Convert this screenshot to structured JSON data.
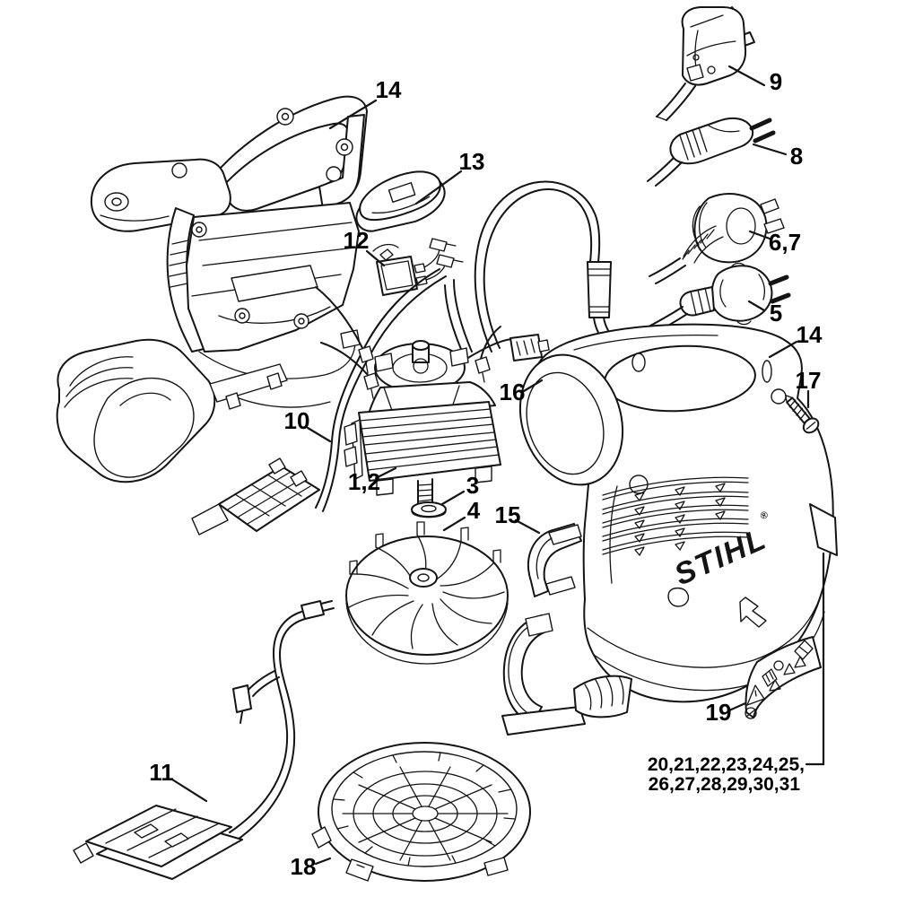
{
  "diagram": {
    "kind": "exploded-parts-diagram",
    "brand": "STIHL",
    "brand_reg": "®",
    "background_color": "#ffffff",
    "line_color": "#141414",
    "callouts": [
      {
        "part": "handle-housing-left",
        "label": "14"
      },
      {
        "part": "switch-lever",
        "label": "13"
      },
      {
        "part": "micro-switch",
        "label": "12"
      },
      {
        "part": "plug-uk",
        "label": "9"
      },
      {
        "part": "plug-flat-two-pin",
        "label": "8"
      },
      {
        "part": "plug-round-threaded",
        "label": "6,7"
      },
      {
        "part": "plug-schuko",
        "label": "5"
      },
      {
        "part": "wire-clip",
        "label": "16"
      },
      {
        "part": "wiring-loom",
        "label": "10"
      },
      {
        "part": "electric-motor",
        "label": "1,2"
      },
      {
        "part": "washer",
        "label": "3"
      },
      {
        "part": "fan-wheel",
        "label": "4"
      },
      {
        "part": "deflector",
        "label": "15"
      },
      {
        "part": "blower-housing-right",
        "label": "14"
      },
      {
        "part": "screw",
        "label": "17"
      },
      {
        "part": "warning-label",
        "label": "19"
      },
      {
        "part": "connecting-cable",
        "label": "11"
      },
      {
        "part": "intake-guard",
        "label": "18"
      },
      {
        "part": "label-set-line-1",
        "label": "20,21,22,23,24,25,"
      },
      {
        "part": "label-set-line-2",
        "label": "26,27,28,29,30,31"
      }
    ]
  }
}
